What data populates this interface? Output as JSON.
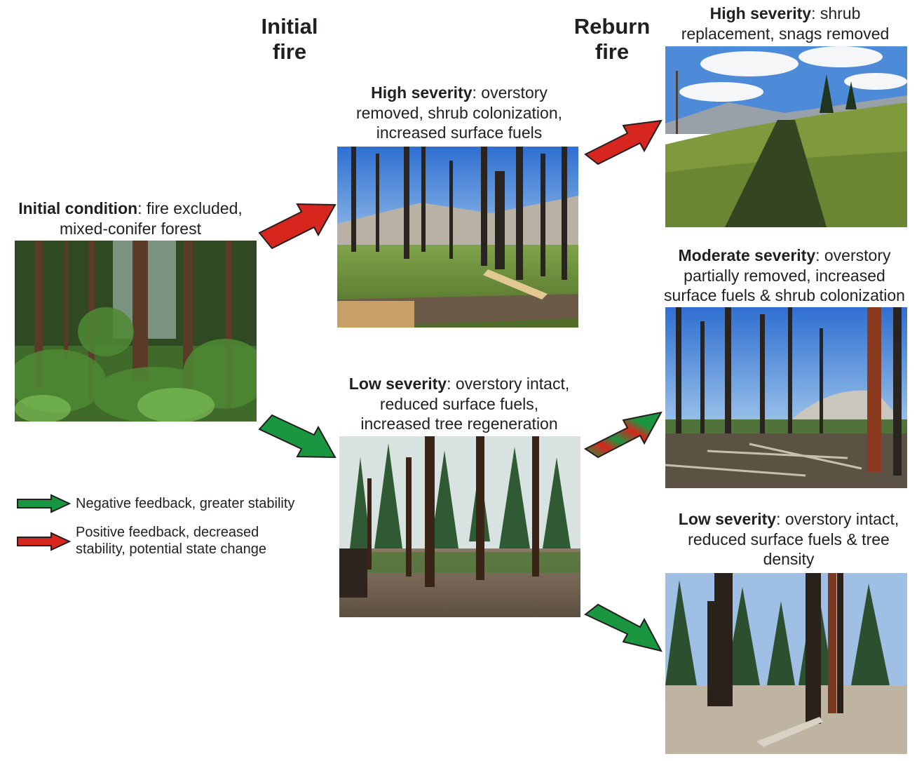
{
  "columns": {
    "initial_fire": {
      "line1": "Initial",
      "line2": "fire"
    },
    "reburn_fire": {
      "line1": "Reburn",
      "line2": "fire"
    }
  },
  "panels": {
    "initial_condition": {
      "bold": "Initial condition",
      "rest_line1": ": fire excluded,",
      "line2": "mixed-conifer forest"
    },
    "initial_high": {
      "bold": "High severity",
      "rest_line1": ": overstory",
      "line2": "removed, shrub colonization,",
      "line3": "increased surface fuels"
    },
    "initial_low": {
      "bold": "Low severity",
      "rest_line1": ": overstory intact,",
      "line2": "reduced surface fuels,",
      "line3": "increased tree regeneration"
    },
    "reburn_high": {
      "bold": "High severity",
      "rest_line1": ": shrub",
      "line2": "replacement, snags removed"
    },
    "reburn_moderate": {
      "bold": "Moderate severity",
      "rest_line1": ": overstory",
      "line2": "partially removed, increased",
      "line3": "surface fuels & shrub colonization"
    },
    "reburn_low": {
      "bold": "Low severity",
      "rest_line1": ": overstory intact,",
      "line2": "reduced surface fuels & tree",
      "line3": "density"
    }
  },
  "legend": {
    "negative": {
      "line1": "Negative feedback, greater stability",
      "color": "#1a9641"
    },
    "positive": {
      "line1": "Positive feedback, decreased",
      "line2": "stability, potential state change",
      "color": "#d7261e"
    }
  },
  "colors": {
    "green_arrow": "#1a9641",
    "red_arrow": "#d7261e",
    "outline": "#231f20"
  }
}
